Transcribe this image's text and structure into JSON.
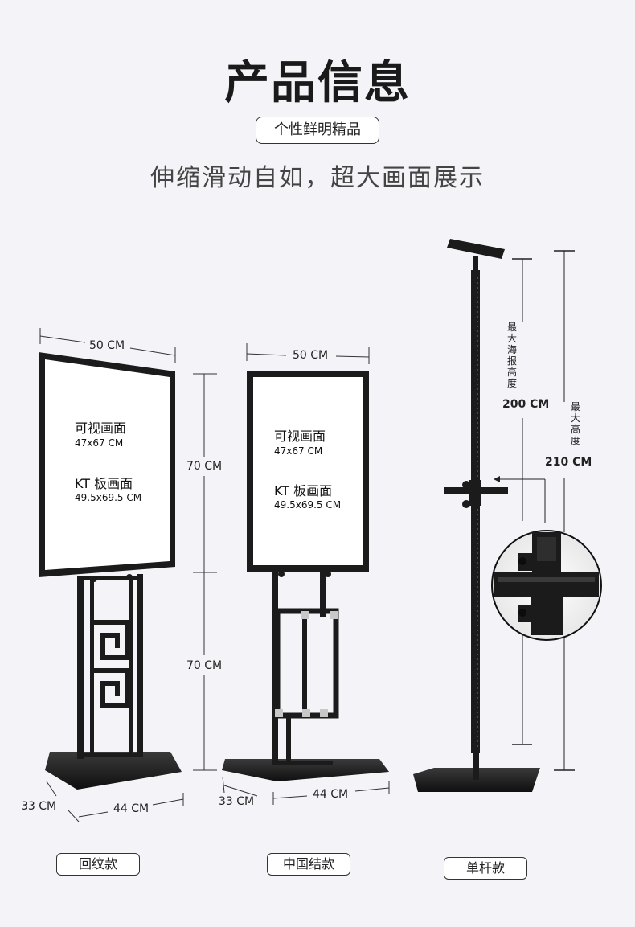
{
  "header": {
    "title": "产品信息",
    "tag": "个性鲜明精品",
    "subtitle": "伸缩滑动自如，超大画面展示"
  },
  "stand1": {
    "width_label": "50 CM",
    "upper_height_label": "70 CM",
    "lower_height_label": "70 CM",
    "base_depth_label": "33 CM",
    "base_width_label": "44 CM",
    "view_area_title": "可视画面",
    "view_area_size": "47x67 CM",
    "kt_title": "KT 板画面",
    "kt_size": "49.5x69.5 CM",
    "model_name": "回纹款"
  },
  "stand2": {
    "width_label": "50 CM",
    "base_depth_label": "33 CM",
    "base_width_label": "44 CM",
    "view_area_title": "可视画面",
    "view_area_size": "47x67 CM",
    "kt_title": "KT 板画面",
    "kt_size": "49.5x69.5 CM",
    "model_name": "中国结款"
  },
  "stand3": {
    "poster_height_caption": "最大海报高度",
    "poster_height_value": "200 CM",
    "max_height_caption": "最大高度",
    "max_height_value": "210 CM",
    "model_name": "单杆款"
  },
  "colors": {
    "background": "#f4f4f8",
    "frame": "#1b1b1b",
    "accent_corner": "#c8c8c8"
  }
}
